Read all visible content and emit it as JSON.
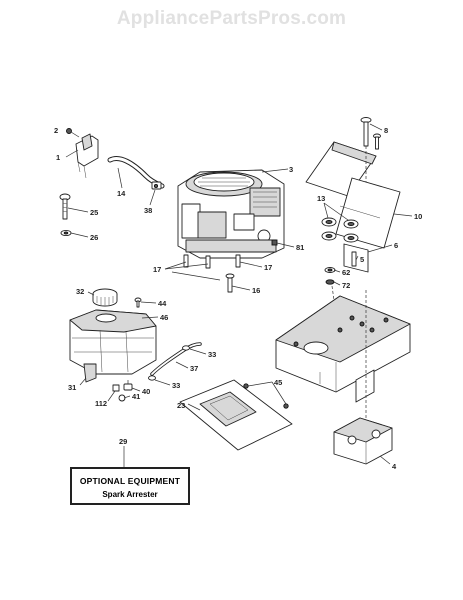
{
  "watermark": "AppliancePartsPros.com",
  "optional_box": {
    "title": "OPTIONAL EQUIPMENT",
    "subtitle": "Spark Arrester"
  },
  "callouts": [
    {
      "id": "c2",
      "text": "2"
    },
    {
      "id": "c1",
      "text": "1"
    },
    {
      "id": "c14",
      "text": "14"
    },
    {
      "id": "c38",
      "text": "38"
    },
    {
      "id": "c3",
      "text": "3"
    },
    {
      "id": "c25",
      "text": "25"
    },
    {
      "id": "c26",
      "text": "26"
    },
    {
      "id": "c81",
      "text": "81"
    },
    {
      "id": "c17a",
      "text": "17"
    },
    {
      "id": "c17b",
      "text": "17"
    },
    {
      "id": "c16",
      "text": "16"
    },
    {
      "id": "c32",
      "text": "32"
    },
    {
      "id": "c44",
      "text": "44"
    },
    {
      "id": "c46",
      "text": "46"
    },
    {
      "id": "c33a",
      "text": "33"
    },
    {
      "id": "c37",
      "text": "37"
    },
    {
      "id": "c33b",
      "text": "33"
    },
    {
      "id": "c31",
      "text": "31"
    },
    {
      "id": "c40",
      "text": "40"
    },
    {
      "id": "c112",
      "text": "112"
    },
    {
      "id": "c41",
      "text": "41"
    },
    {
      "id": "c23",
      "text": "23"
    },
    {
      "id": "c45",
      "text": "45"
    },
    {
      "id": "c29",
      "text": "29"
    },
    {
      "id": "c8",
      "text": "8"
    },
    {
      "id": "c10",
      "text": "10"
    },
    {
      "id": "c13",
      "text": "13"
    },
    {
      "id": "c6",
      "text": "6"
    },
    {
      "id": "c5",
      "text": "5"
    },
    {
      "id": "c62",
      "text": "62"
    },
    {
      "id": "c72",
      "text": "72"
    },
    {
      "id": "c4",
      "text": "4"
    }
  ]
}
